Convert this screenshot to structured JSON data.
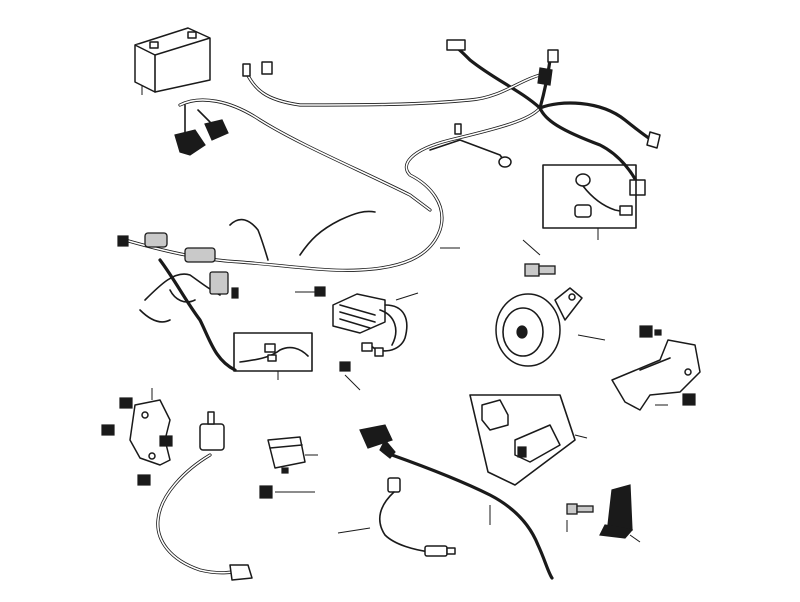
{
  "diagram": {
    "stroke_color": "#1a1a1a",
    "background": "#ffffff",
    "parts": [
      {
        "name": "battery",
        "icon": "battery-icon"
      },
      {
        "name": "main-wiring-harness",
        "icon": "wiring-harness-icon"
      },
      {
        "name": "regulator-rectifier",
        "icon": "regulator-icon"
      },
      {
        "name": "horn",
        "icon": "horn-icon"
      },
      {
        "name": "horn-bolt",
        "icon": "bolt-icon"
      },
      {
        "name": "bracket",
        "icon": "bracket-icon"
      },
      {
        "name": "relay-set",
        "icon": "relay-icon"
      },
      {
        "name": "ignition-coil",
        "icon": "coil-icon"
      },
      {
        "name": "control-unit",
        "icon": "module-icon"
      },
      {
        "name": "sensor-cable",
        "icon": "cable-icon"
      },
      {
        "name": "lambda-sensor",
        "icon": "sensor-icon"
      },
      {
        "name": "small-bracket",
        "icon": "bracket-icon"
      }
    ]
  }
}
